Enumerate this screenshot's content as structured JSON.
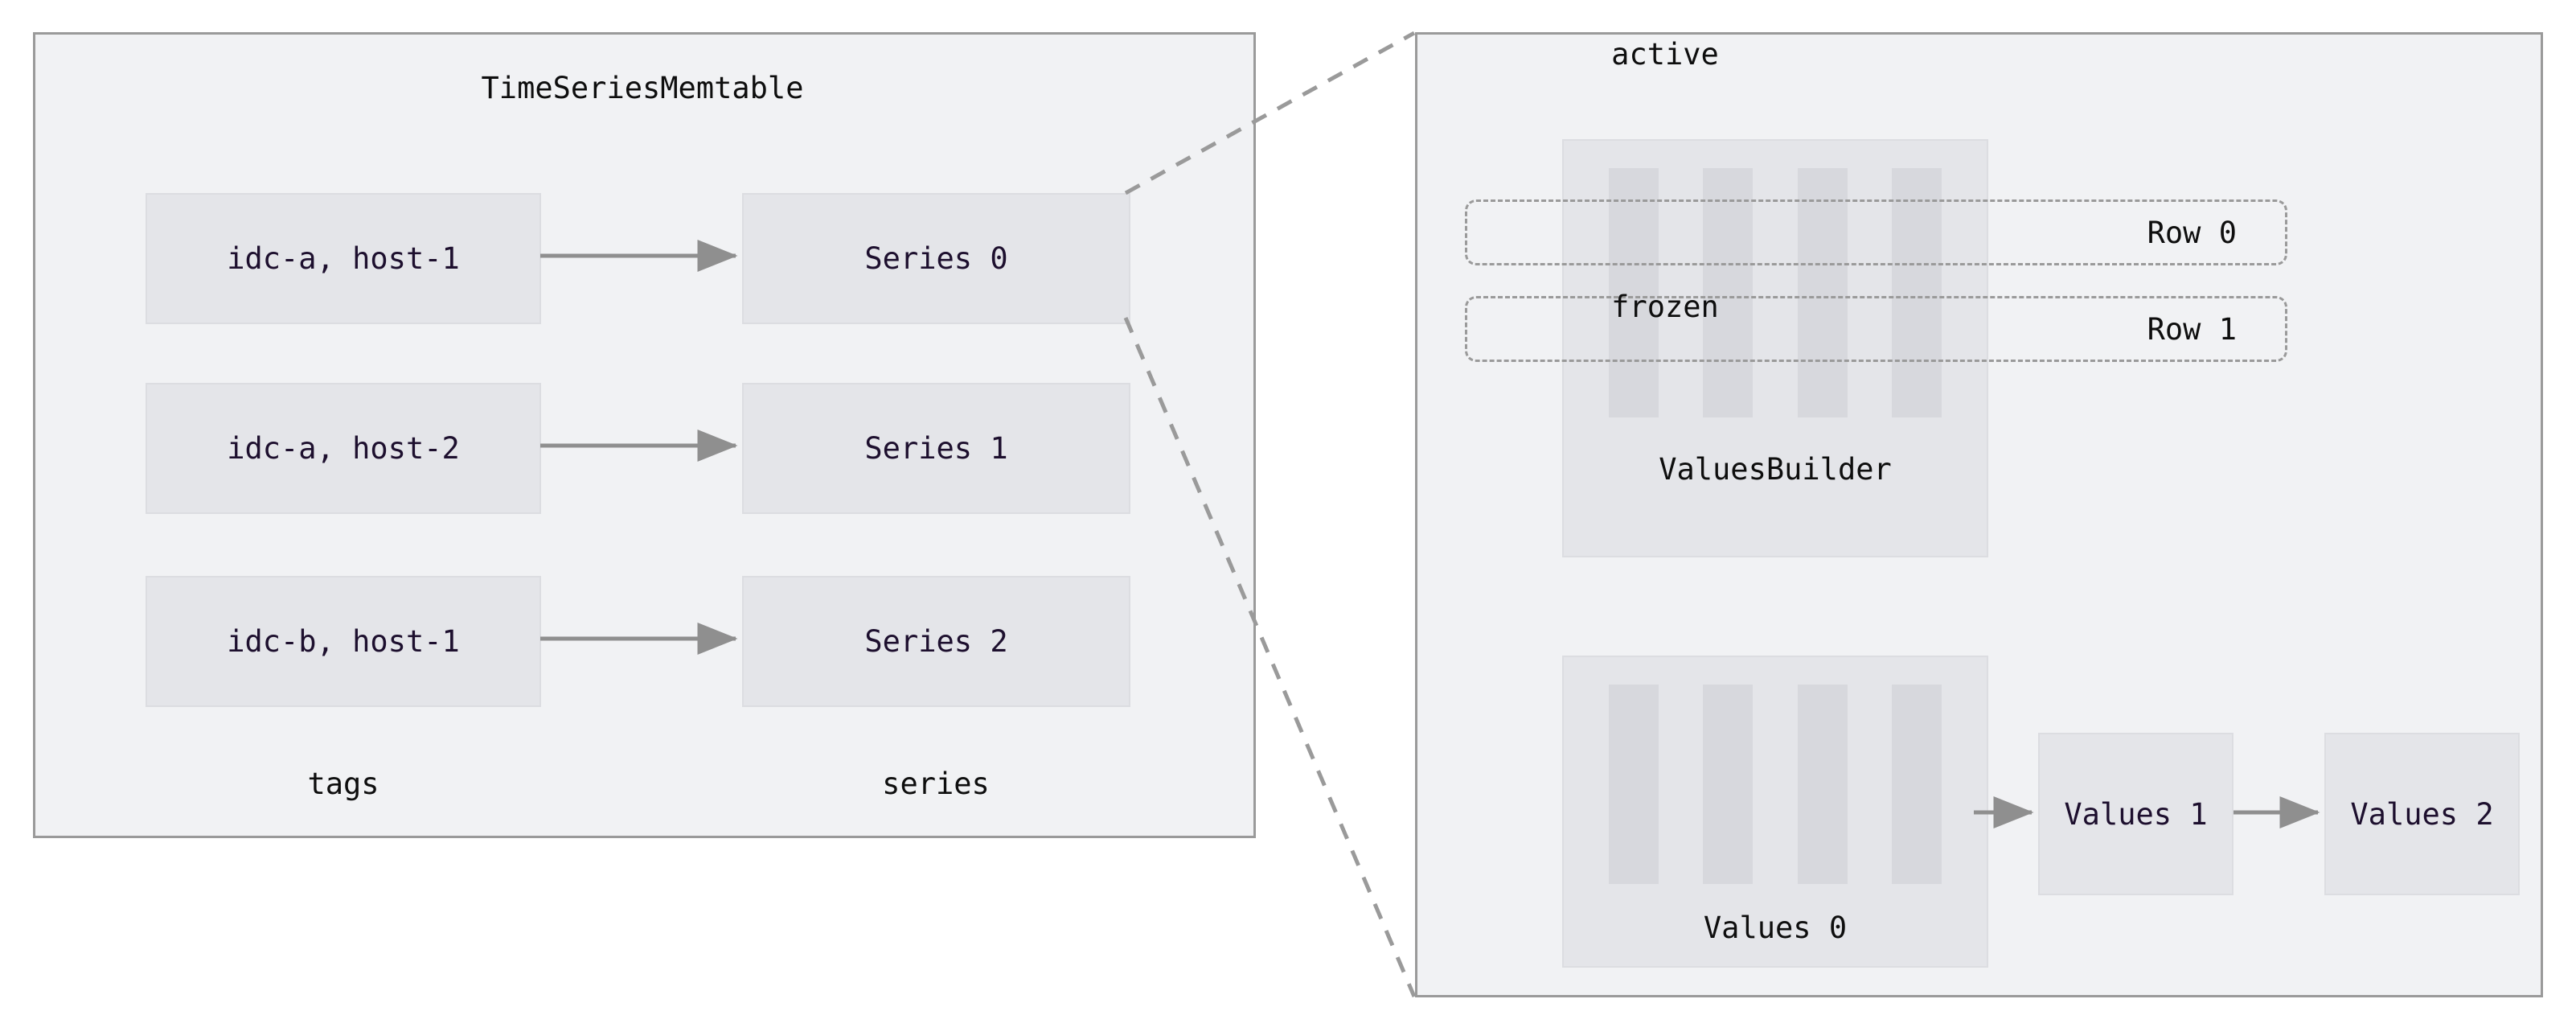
{
  "diagram": {
    "title": "TimeSeriesMemtable memtable internals",
    "colors": {
      "panel_fill": "#f1f2f4",
      "panel_border": "#9a9a9a",
      "node_fill": "#e4e5e9",
      "node_border": "#dcdde1",
      "bar_fill": "#d7d8dd",
      "text": "#0e0e0e",
      "node_text": "#1d0f2e",
      "arrow": "#8f8f8f",
      "dashed": "#9a9a9a"
    }
  },
  "left_panel": {
    "title": "TimeSeriesMemtable",
    "tags_label": "tags",
    "series_label": "series",
    "rows": [
      {
        "tag": "idc-a, host-1",
        "series": "Series 0"
      },
      {
        "tag": "idc-a, host-2",
        "series": "Series 1"
      },
      {
        "tag": "idc-b, host-1",
        "series": "Series 2"
      }
    ]
  },
  "right_panel": {
    "active_label": "active",
    "frozen_label": "frozen",
    "values_builder": {
      "label": "ValuesBuilder",
      "column_count": 4
    },
    "rows": [
      {
        "label": "Row 0"
      },
      {
        "label": "Row 1"
      }
    ],
    "frozen_values": {
      "label": "Values 0",
      "column_count": 4
    },
    "value_chain": [
      {
        "label": "Values 1"
      },
      {
        "label": "Values 2"
      }
    ]
  }
}
